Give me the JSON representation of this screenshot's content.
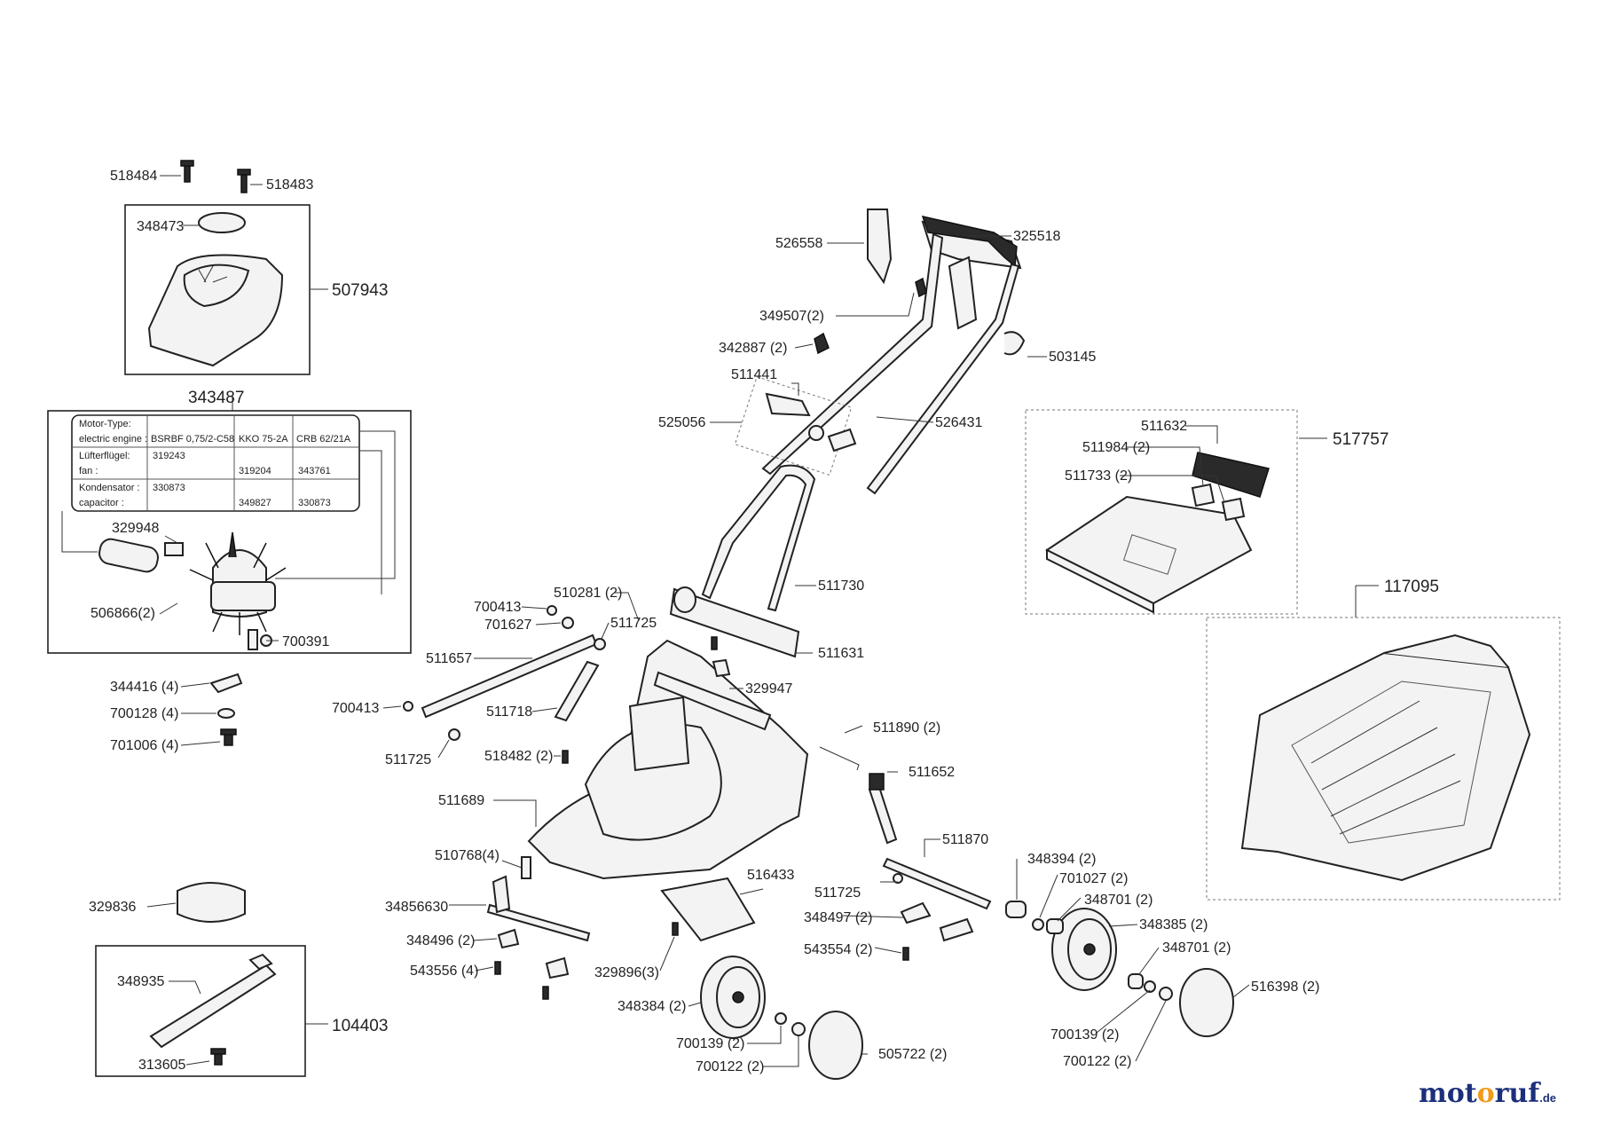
{
  "parts": {
    "p518484": "518484",
    "p518483": "518483",
    "p348473": "348473",
    "p507943": "507943",
    "p343487": "343487",
    "p329948": "329948",
    "p506866": "506866(2)",
    "p700391": "700391",
    "p344416": "344416 (4)",
    "p700128": "700128 (4)",
    "p701006": "701006 (4)",
    "p329836": "329836",
    "p348935": "348935",
    "p104403": "104403",
    "p313605": "313605",
    "p526558": "526558",
    "p325518": "325518",
    "p349507": "349507(2)",
    "p342887": "342887 (2)",
    "p503145": "503145",
    "p511441": "511441",
    "p525056": "525056",
    "p526431": "526431",
    "p511632": "511632",
    "p511984": "511984 (2)",
    "p517757": "517757",
    "p511733": "511733 (2)",
    "p117095": "117095",
    "p511730": "511730",
    "p511631": "511631",
    "p700413a": "700413",
    "p510281": "510281 (2)",
    "p701627": "701627",
    "p511725a": "511725",
    "p511657": "511657",
    "p329947": "329947",
    "p700413b": "700413",
    "p511718": "511718",
    "p511725b": "511725",
    "p518482": "518482 (2)",
    "p511890": "511890 (2)",
    "p511652": "511652",
    "p511689": "511689",
    "p510768": "510768(4)",
    "p511870": "511870",
    "p348394": "348394 (2)",
    "p701027": "701027 (2)",
    "p348701a": "348701 (2)",
    "p348856": "34856630",
    "p516433": "516433",
    "p511725c": "511725",
    "p348497": "348497 (2)",
    "p348385": "348385 (2)",
    "p348496": "348496 (2)",
    "p543554": "543554 (2)",
    "p348701b": "348701 (2)",
    "p543556": "543556 (4)",
    "p329896": "329896(3)",
    "p348384": "348384 (2)",
    "p516398": "516398 (2)",
    "p700139a": "700139 (2)",
    "p700122a": "700122 (2)",
    "p505722": "505722 (2)",
    "p700139b": "700139 (2)",
    "p700122b": "700122 (2)"
  },
  "motor_table": {
    "r1c1a": "Motor-Type:",
    "r1c1b": "electric engine :",
    "r1c2": "BSRBF 0,75/2-C58",
    "r1c3": "KKO 75-2A",
    "r1c4": "CRB 62/21A",
    "r2c1a": "Lüfterflügel:",
    "r2c1b": "fan :",
    "r2c2": "319243",
    "r2c3": "319204",
    "r2c4": "343761",
    "r3c1a": "Kondensator :",
    "r3c1b": "capacitor :",
    "r3c2": "330873",
    "r3c3": "349827",
    "r3c4": "330873"
  },
  "brand": {
    "mot": "mot",
    "o": "o",
    "ruf": "ruf",
    "de": ".de"
  },
  "colors": {
    "brand_blue": "#1c2f7a",
    "brand_orange": "#f29a1c"
  }
}
